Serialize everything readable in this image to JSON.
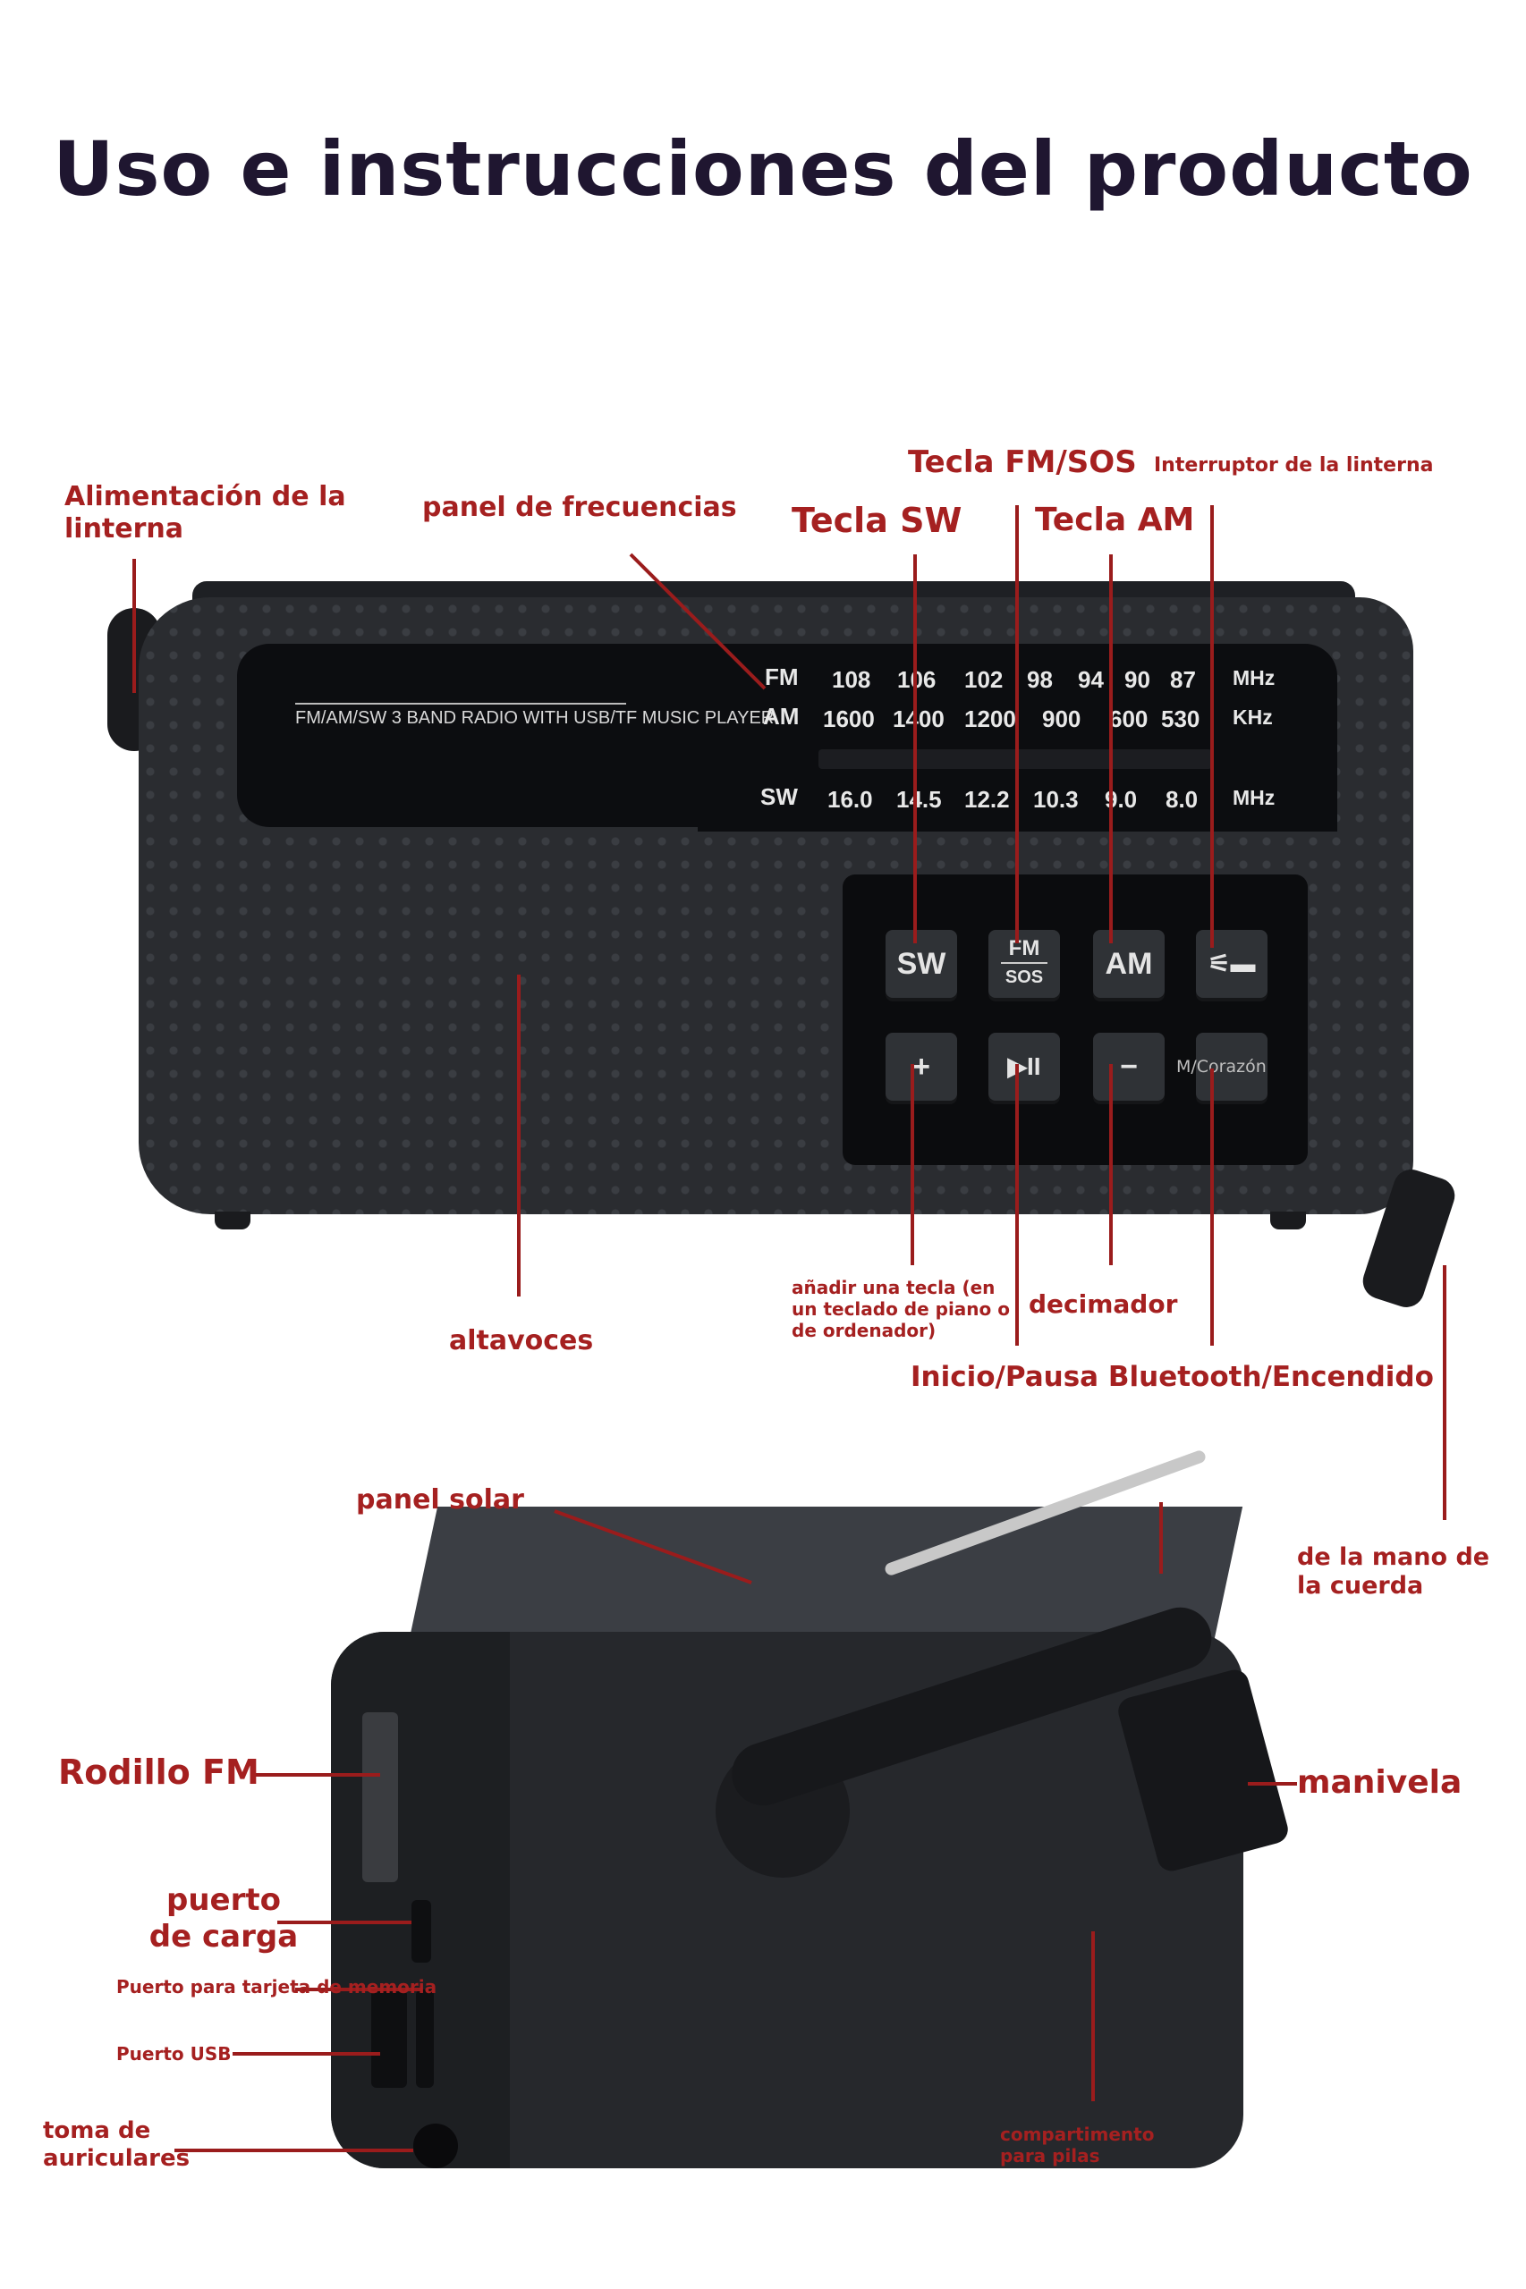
{
  "title": "Uso e instrucciones del producto",
  "labels": {
    "alimentacion": "Alimentación de la linterna",
    "panel_frecuencias": "panel de frecuencias",
    "tecla_fm_sos": "Tecla FM/SOS",
    "interruptor": "Interruptor de la linterna",
    "tecla_sw": "Tecla SW",
    "tecla_am": "Tecla AM",
    "anadir_tecla": "añadir una tecla (en un teclado de piano o de ordenador)",
    "decimador": "decimador",
    "altavoces": "altavoces",
    "inicio_pausa": "Inicio/Pausa Bluetooth/Encendido",
    "panel_solar": "panel solar",
    "mano_cuerda": "de la mano de la cuerda",
    "rodillo_fm": "Rodillo FM",
    "manivela": "manivela",
    "puerto_carga": "puerto de carga",
    "puerto_tarjeta": "Puerto para tarjeta de memoria",
    "puerto_usb": "Puerto USB",
    "toma_auriculares": "toma de auriculares",
    "compartimento": "compartimento para pilas"
  },
  "radio": {
    "model_text": "FM/AM/SW 3 BAND RADIO WITH USB/TF MUSIC PLAYER",
    "fm_label": "FM",
    "am_label": "AM",
    "sw_label": "SW",
    "fm_values": [
      "108",
      "106",
      "102",
      "98",
      "94",
      "90",
      "87"
    ],
    "am_values": [
      "1600",
      "1400",
      "1200",
      "900",
      "600",
      "530"
    ],
    "sw_values": [
      "16.0",
      "14.5",
      "12.2",
      "10.3",
      "9.0",
      "8.0"
    ],
    "fm_unit": "MHz",
    "am_unit": "KHz",
    "sw_unit": "MHz",
    "keys": {
      "sw": "SW",
      "fm": "FM",
      "sos": "SOS",
      "am": "AM",
      "plus": "+",
      "play": "▶II",
      "minus": "−",
      "m_heart": "M/Corazón"
    }
  },
  "colors": {
    "label_red": "#a52020",
    "title": "#1f1630",
    "radio_body": "#2a2c30"
  }
}
